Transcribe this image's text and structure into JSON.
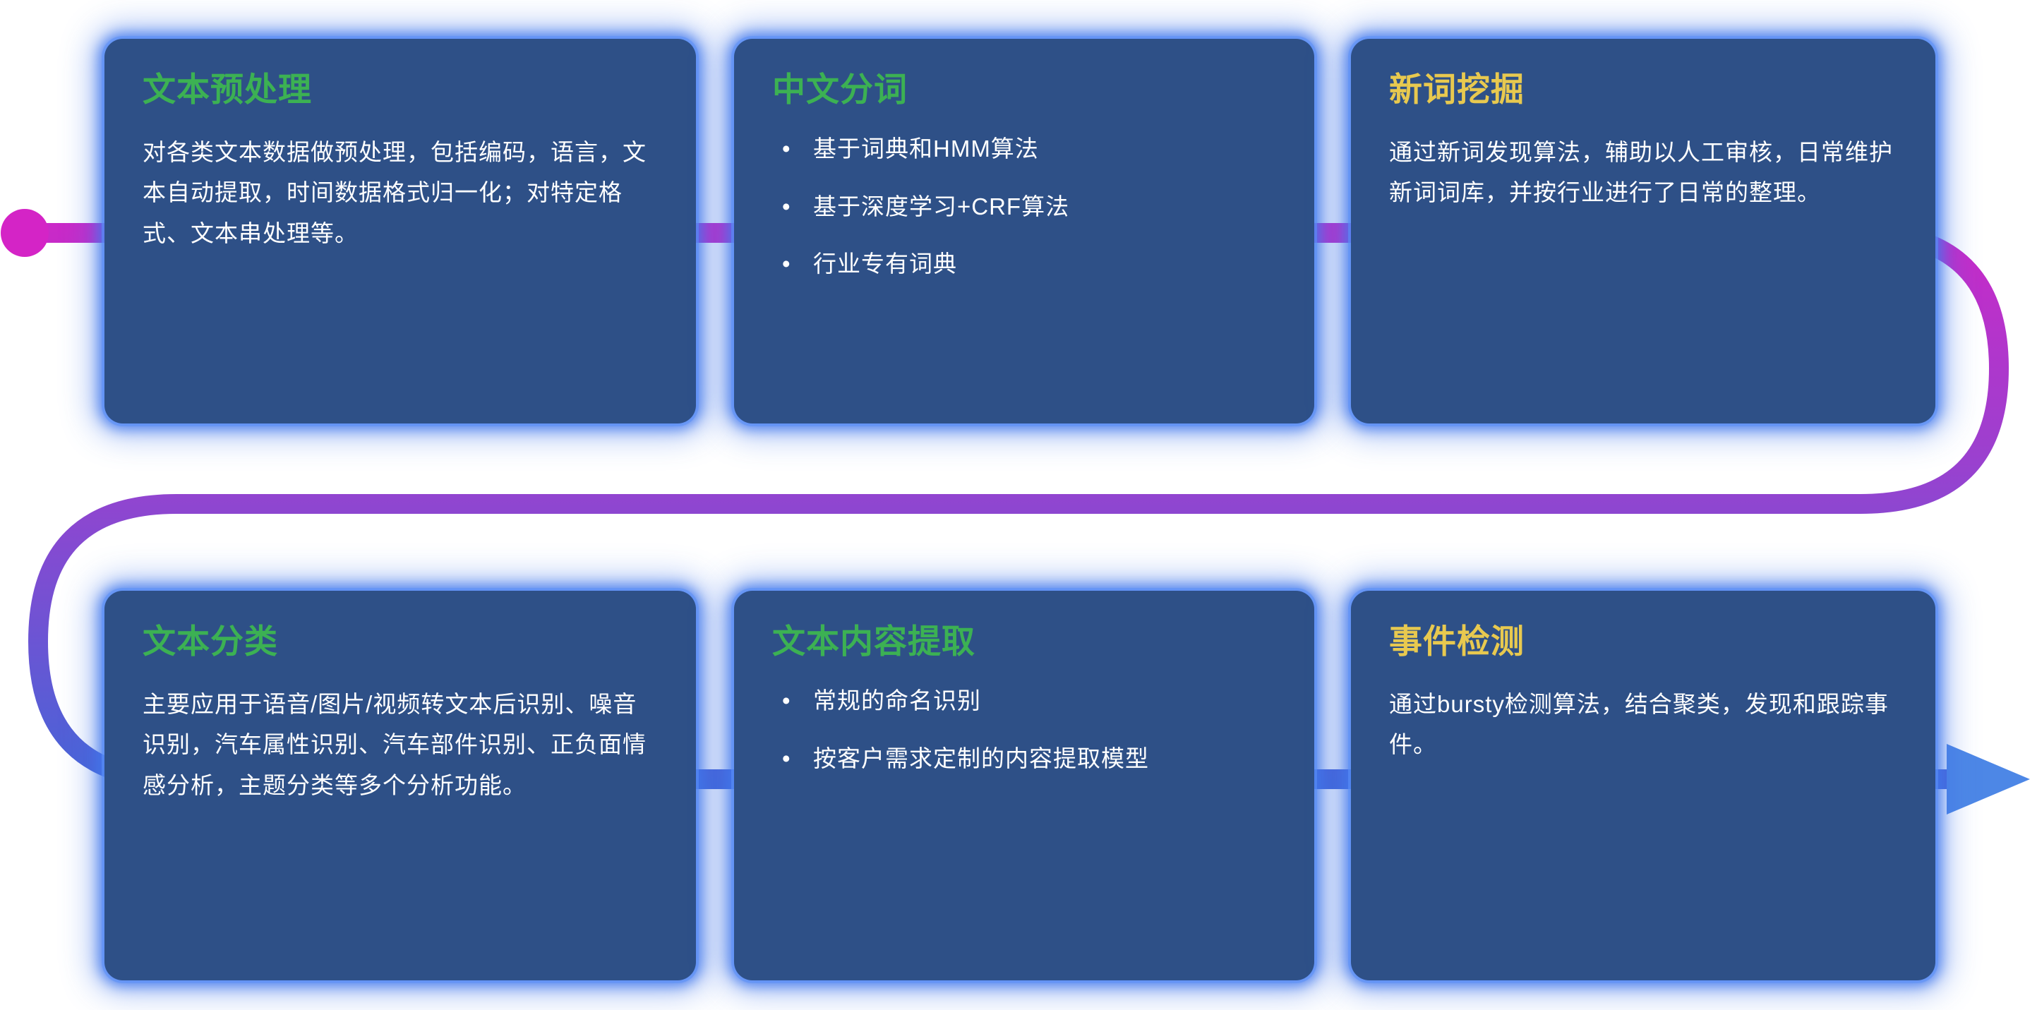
{
  "diagram": {
    "description_labels": {
      "start_marker": "flow-start-dot",
      "end_marker": "flow-end-arrow"
    }
  },
  "colors": {
    "card_bg": "#2e5087",
    "card_glow": "#4278ec",
    "title_green": "#3cb153",
    "title_yellow": "#e8c94f",
    "body_text": "#ffffff",
    "flow_start": "#d424c6",
    "flow_mid": "#9a41cf",
    "flow_end": "#3e68d8",
    "arrow": "#4d87e6"
  },
  "cards": [
    {
      "id": "text-preprocessing",
      "title": "文本预处理",
      "title_color": "#3cb153",
      "body": "对各类文本数据做预处理，包括编码，语言，文本自动提取，时间数据格式归一化；对特定格式、文本串处理等。"
    },
    {
      "id": "chinese-word-segmentation",
      "title": "中文分词",
      "title_color": "#3cb153",
      "bullets": [
        "基于词典和HMM算法",
        "基于深度学习+CRF算法",
        "行业专有词典"
      ]
    },
    {
      "id": "new-word-mining",
      "title": "新词挖掘",
      "title_color": "#e8c94f",
      "body": "通过新词发现算法，辅助以人工审核，日常维护新词词库，并按行业进行了日常的整理。"
    },
    {
      "id": "text-classification",
      "title": "文本分类",
      "title_color": "#3cb153",
      "body": "主要应用于语音/图片/视频转文本后识别、噪音识别，汽车属性识别、汽车部件识别、正负面情感分析，主题分类等多个分析功能。"
    },
    {
      "id": "text-content-extraction",
      "title": "文本内容提取",
      "title_color": "#3cb153",
      "bullets": [
        "常规的命名识别",
        "按客户需求定制的内容提取模型"
      ]
    },
    {
      "id": "event-detection",
      "title": "事件检测",
      "title_color": "#e8c94f",
      "body": "通过bursty检测算法，结合聚类，发现和跟踪事件。"
    }
  ]
}
